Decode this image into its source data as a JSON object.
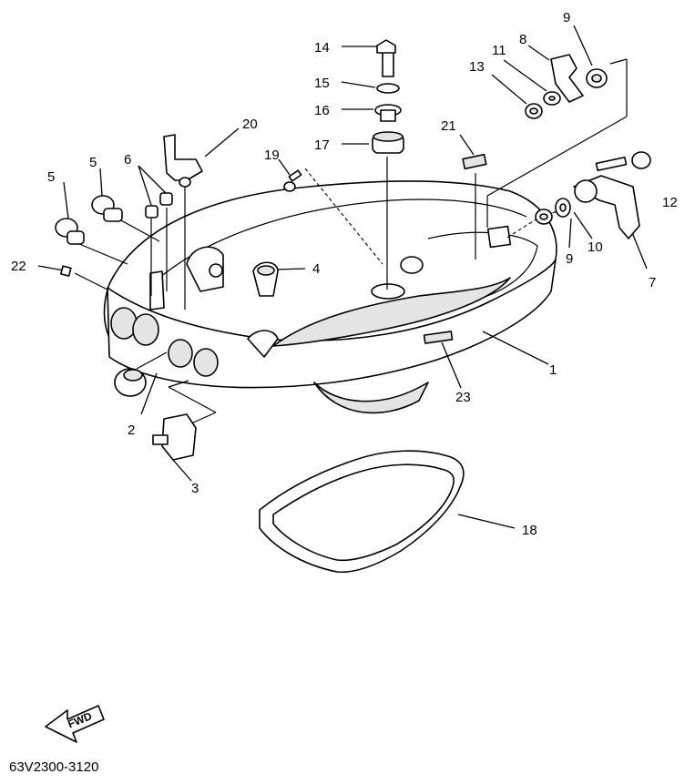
{
  "diagram": {
    "part_code": "63V2300-3120",
    "fwd_label": "FWD",
    "callouts": {
      "c1": "1",
      "c2": "2",
      "c3": "3",
      "c4": "4",
      "c5a": "5",
      "c5b": "5",
      "c6": "6",
      "c7": "7",
      "c8": "8",
      "c9a": "9",
      "c9b": "9",
      "c10": "10",
      "c11": "11",
      "c12": "12",
      "c13": "13",
      "c14": "14",
      "c15": "15",
      "c16": "16",
      "c17": "17",
      "c18": "18",
      "c19": "19",
      "c20": "20",
      "c21": "21",
      "c22": "22",
      "c23": "23"
    }
  }
}
